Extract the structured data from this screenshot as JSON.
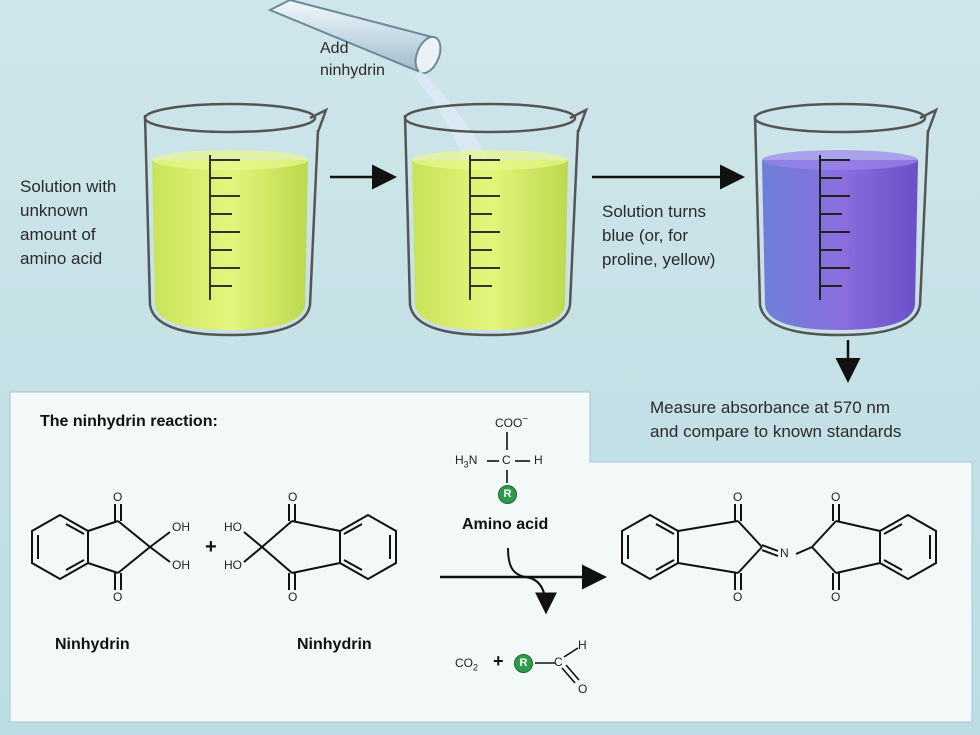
{
  "labels": {
    "add_ninhydrin": "Add\nninhydrin",
    "solution_unknown": "Solution with\nunknown\namount of\namino acid",
    "solution_turns": "Solution turns\nblue (or, for\nproline, yellow)",
    "measure": "Measure absorbance at 570 nm\nand compare to known standards"
  },
  "reaction": {
    "title": "The ninhydrin reaction:",
    "ninhydrin_left": "Ninhydrin",
    "ninhydrin_right": "Ninhydrin",
    "amino_acid": "Amino acid",
    "plus": "+",
    "oh": "OH",
    "ho": "HO",
    "o": "O",
    "coo": "COO",
    "coo_charge": "−",
    "h3n": "H",
    "h3n_sub": "3",
    "h3n_n": "N",
    "h": "H",
    "c": "C",
    "r": "R",
    "n": "N",
    "co2": "CO",
    "co2_sub": "2"
  },
  "colors": {
    "yellow_solution": "#d9ef5a",
    "purple_solution": "#7a62d8",
    "green_r": "#2e9b4a",
    "background": "#c8e3e8",
    "panel": "#f4f8f8"
  }
}
